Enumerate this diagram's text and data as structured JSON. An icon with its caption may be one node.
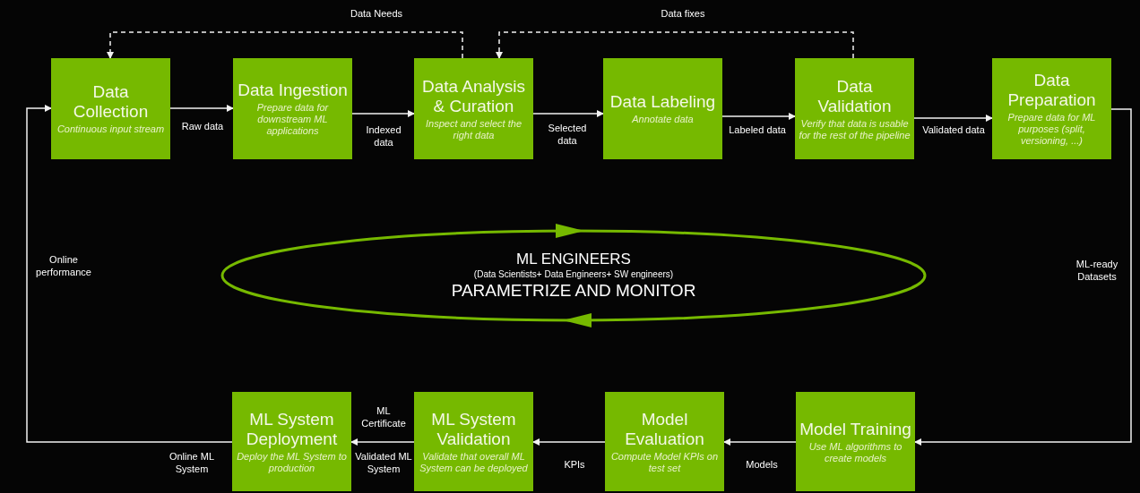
{
  "diagram": {
    "nodes": [
      {
        "text": [
          "Data Collection",
          "Continuous input stream"
        ]
      },
      {
        "text": [
          "Data Ingestion",
          "Prepare data for downstream ML applications"
        ]
      },
      {
        "text": [
          "Data Analysis & Curation",
          "Inspect and select the right data"
        ]
      },
      {
        "text": [
          "Data Labeling",
          "Annotate data"
        ]
      },
      {
        "text": [
          "Data Validation",
          "Verify that data is usable for the rest of the pipeline"
        ]
      },
      {
        "text": [
          "Data Preparation",
          "Prepare data for ML purposes (split, versioning, ...)"
        ]
      },
      {
        "text": [
          "ML System Deployment",
          "Deploy the ML System to production"
        ]
      },
      {
        "text": [
          "ML System Validation",
          "Validate that overall ML System can be deployed"
        ]
      },
      {
        "text": [
          "Model Evaluation",
          "Compute Model KPIs on test set"
        ]
      },
      {
        "text": [
          "Model Training",
          "Use ML algorithms to create models"
        ]
      },
      {
        "text": [
          "ML ENGINEERS",
          "(Data Scientists+ Data Engineers+ SW engineers)",
          "PARAMETRIZE AND MONITOR"
        ]
      }
    ],
    "edges": [
      {
        "from": 0,
        "to": 1,
        "arrow": "to",
        "label": "Raw data"
      },
      {
        "from": 1,
        "to": 2,
        "arrow": "to",
        "label": "Indexed data"
      },
      {
        "from": 2,
        "to": 3,
        "arrow": "to",
        "label": "Selected data"
      },
      {
        "from": 3,
        "to": 4,
        "arrow": "to",
        "label": "Labeled data"
      },
      {
        "from": 4,
        "to": 5,
        "arrow": "to",
        "label": "Validated data"
      },
      {
        "from": 5,
        "to": 9,
        "arrow": "to",
        "label": "ML-ready Datasets"
      },
      {
        "from": 9,
        "to": 8,
        "arrow": "to",
        "label": "Models"
      },
      {
        "from": 8,
        "to": 7,
        "arrow": "to",
        "label": "KPIs"
      },
      {
        "from": 7,
        "to": 6,
        "arrow": "to",
        "label": "ML Certificate"
      },
      {
        "from": 6,
        "to": 0,
        "arrow": "to",
        "label": "Online performance"
      },
      {
        "from": 2,
        "to": 0,
        "arrow": "to",
        "label": "Data Needs",
        "style": "dashed"
      },
      {
        "from": 4,
        "to": 2,
        "arrow": "to",
        "label": "Data fixes",
        "style": "dashed"
      }
    ],
    "labels": [
      "Validated ML System",
      "Online ML System"
    ]
  }
}
